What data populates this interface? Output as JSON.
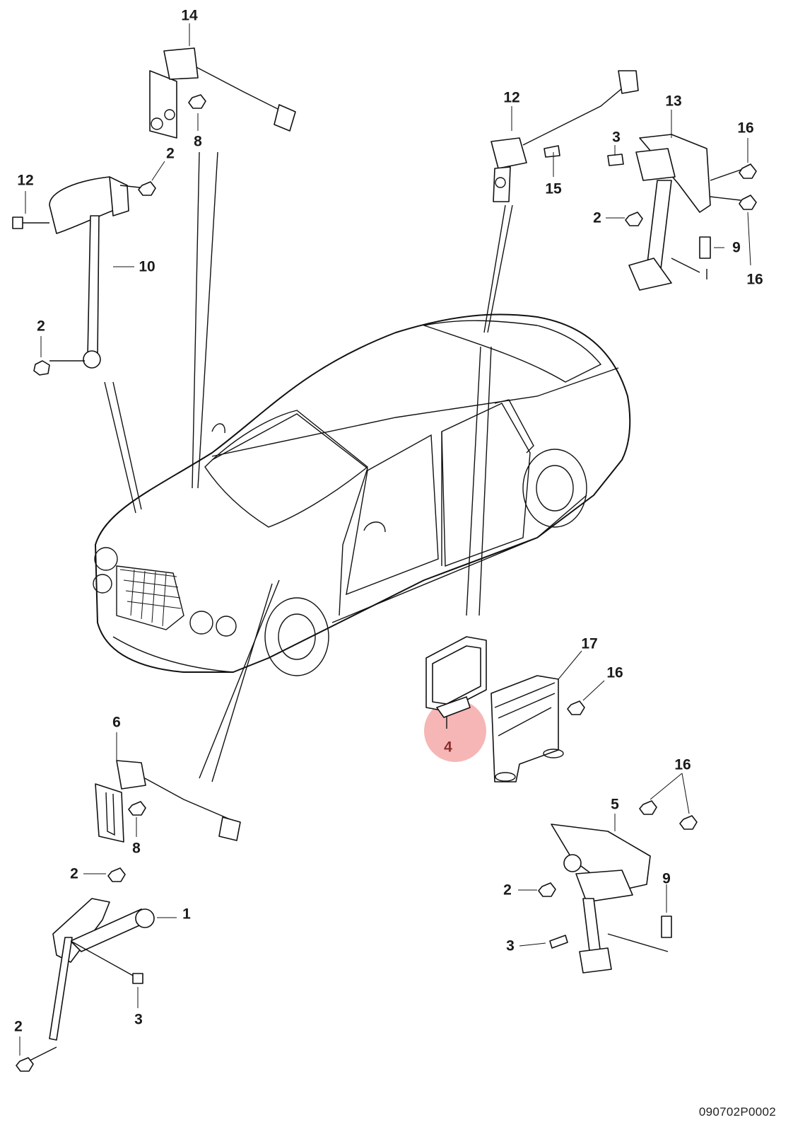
{
  "callouts": {
    "c14": "14",
    "c8a": "8",
    "c12a": "12",
    "c2a": "2",
    "c10": "10",
    "c2b": "2",
    "c12b": "12",
    "c15": "15",
    "c13": "13",
    "c3a": "3",
    "c16a": "16",
    "c2c": "2",
    "c9a": "9",
    "c16b": "16",
    "c17": "17",
    "c16c": "16",
    "c4": "4",
    "c6": "6",
    "c8b": "8",
    "c2d": "2",
    "c1": "1",
    "c3b": "3",
    "c2e": "2",
    "c16d": "16",
    "c5": "5",
    "c2f": "2",
    "c9b": "9",
    "c3c": "3"
  },
  "reference": "090702P0002",
  "highlight": {
    "part": "4",
    "color": "#f4a9a9"
  }
}
